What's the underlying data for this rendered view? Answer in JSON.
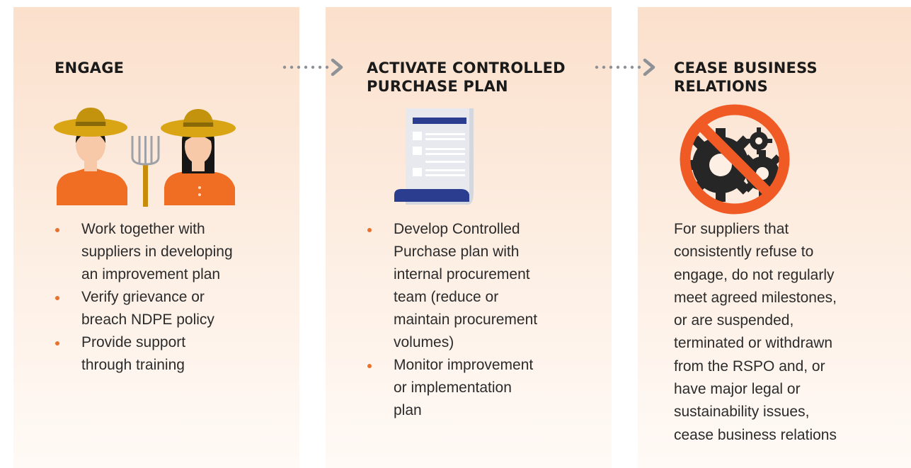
{
  "steps": [
    {
      "title_line1": "ENGAGE",
      "icon": "farmers-with-pitchfork-icon",
      "bullets": [
        {
          "line1": "Work together with",
          "line2": "suppliers in developing",
          "line3": "an improvement plan"
        },
        {
          "line1": "Verify grievance or",
          "line2": "breach NDPE policy"
        },
        {
          "line1": "Provide support",
          "line2": "through training"
        }
      ]
    },
    {
      "title_line1": "ACTIVATE CONTROLLED",
      "title_line2": "PURCHASE PLAN",
      "icon": "document-list-icon",
      "bullets": [
        {
          "line1": "Develop Controlled",
          "line2": "Purchase plan with",
          "line3": "internal procurement",
          "line4": "team (reduce or",
          "line5": "maintain procurement",
          "line6": "volumes)"
        },
        {
          "line1": "Monitor improvement",
          "line2": "or implementation",
          "line3": "plan"
        }
      ]
    },
    {
      "title_line1": "CEASE BUSINESS",
      "title_line2": "RELATIONS",
      "icon": "prohibited-gears-icon",
      "text_lines": [
        "For suppliers that",
        "consistently refuse to",
        "engage, do not regularly",
        "meet agreed milestones,",
        "or are suspended,",
        "terminated or withdrawn",
        "from the RSPO and, or",
        "have major legal or",
        "sustainability issues,",
        "cease business relations"
      ]
    }
  ],
  "arrows": [
    "dotted-arrow-icon",
    "dotted-arrow-icon"
  ],
  "colors": {
    "accent": "#e8712b",
    "title": "#1a1a1a",
    "body_text": "#2b2b2b",
    "panel_top": "#fbe0cc",
    "panel_bottom": "#fffaf6",
    "navy": "#2b3d8f"
  }
}
